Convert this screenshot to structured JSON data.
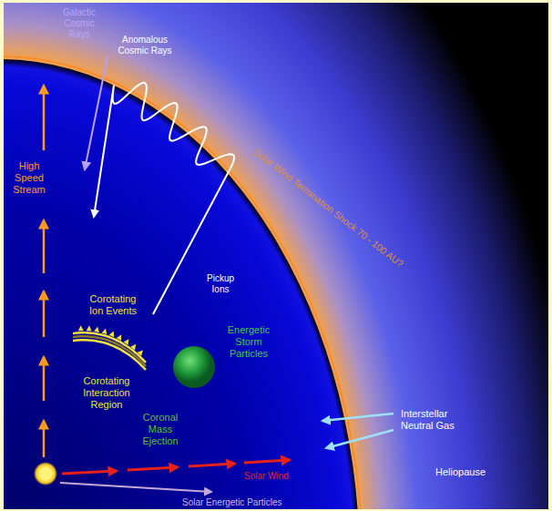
{
  "diagram": {
    "labels": [
      "Galactic Cosmic Rays",
      "Anomalous Cosmic Rays",
      "High Speed Stream",
      "Solar Wind Termination Shock 70 - 100 AU?",
      "Pickup Ions",
      "Corotating Ion Events",
      "Corotating Interaction Region",
      "Energetic Storm Particles",
      "Coronal Mass Ejection",
      "Interstellar Neutral Gas",
      "Heliopause",
      "Solar Wind",
      "Solar Energetic Particles"
    ]
  }
}
